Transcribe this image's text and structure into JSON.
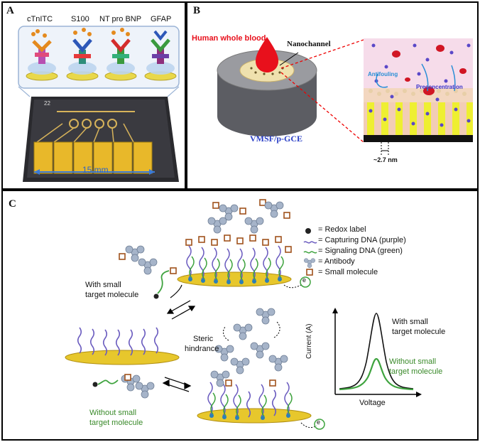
{
  "panelA": {
    "label": "A",
    "biomarkers": [
      "cTnITC",
      "S100",
      "NT pro BNP",
      "GFAP"
    ],
    "chip_number": "22",
    "scale": "15 mm"
  },
  "panelB": {
    "label": "B",
    "sample": "Human whole blood",
    "nanochannel": "Nanochannel",
    "electrode": "VMSF/p-GCE",
    "antifouling": "Antifouling",
    "preconcentration": "Preconcentration",
    "pore_size": "~2.7 nm"
  },
  "panelC": {
    "label": "C",
    "legend": [
      {
        "symbol": "dot",
        "text": "= Redox label"
      },
      {
        "symbol": "purple-wave",
        "text": "= Capturing DNA (purple)"
      },
      {
        "symbol": "green-wave",
        "text": "= Signaling DNA (green)"
      },
      {
        "symbol": "antibody",
        "text": "= Antibody"
      },
      {
        "symbol": "square",
        "text": "= Small molecule"
      }
    ],
    "with_target_line1": "With small",
    "with_target_line2": "target molecule",
    "without_target_line1": "Without small",
    "without_target_line2": "target molecule",
    "steric_line1": "Steric",
    "steric_line2": "hindrance",
    "electron": "e",
    "graph": {
      "ylabel": "Current (A)",
      "xlabel": "Voltage",
      "curve_with_line1": "With small",
      "curve_with_line2": "target molecule",
      "curve_without_line1": "Without small",
      "curve_without_line2": "target molecule"
    }
  }
}
